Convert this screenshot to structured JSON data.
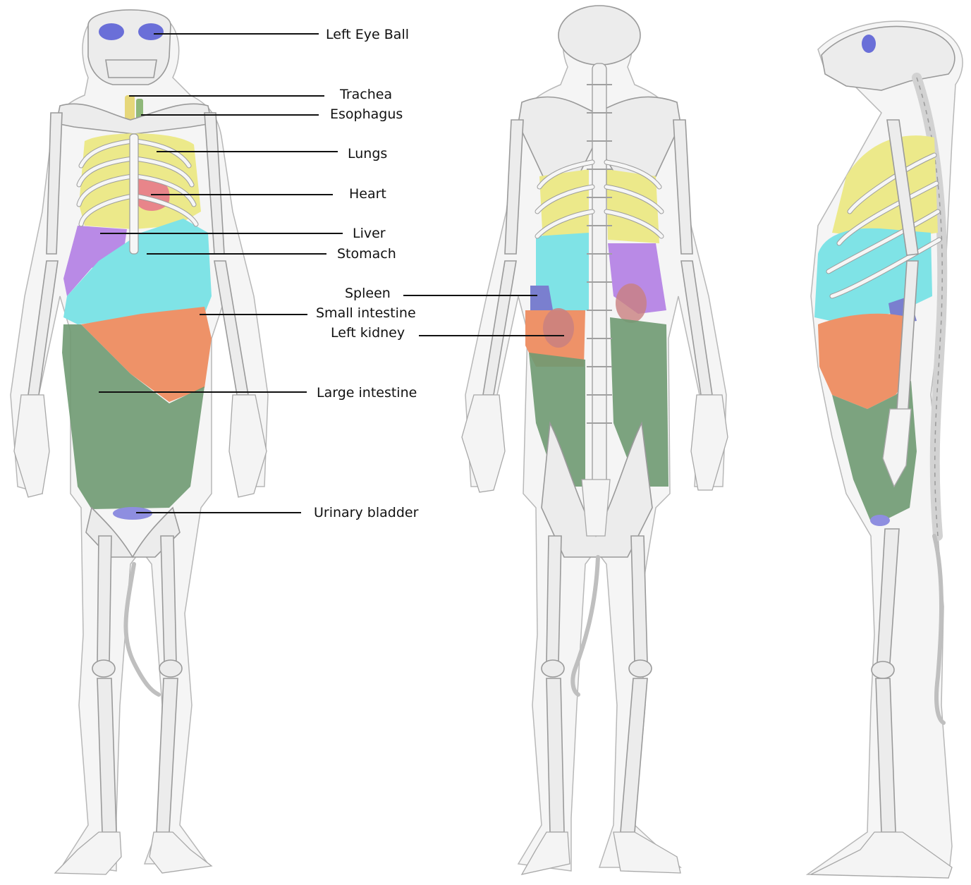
{
  "labels": {
    "left_eye_ball": "Left Eye Ball",
    "trachea": "Trachea",
    "esophagus": "Esophagus",
    "lungs": "Lungs",
    "heart": "Heart",
    "liver": "Liver",
    "stomach": "Stomach",
    "spleen": "Spleen",
    "small_intestine": "Small intestine",
    "left_kidney": "Left kidney",
    "large_intestine": "Large intestine",
    "urinary_bladder": "Urinary bladder"
  },
  "colors": {
    "eyes": "#6a6fd8",
    "trachea": "#e6d77a",
    "esophagus": "#8fb87a",
    "lungs": "#ece98a",
    "heart": "#e8858a",
    "liver": "#7fe3e6",
    "stomach": "#b98ae6",
    "spleen": "#7a7fcf",
    "small_intestine": "#ee9268",
    "left_kidney": "#c98080",
    "large_intestine": "#6f9a72",
    "urinary_bladder": "#8e8ee0"
  }
}
